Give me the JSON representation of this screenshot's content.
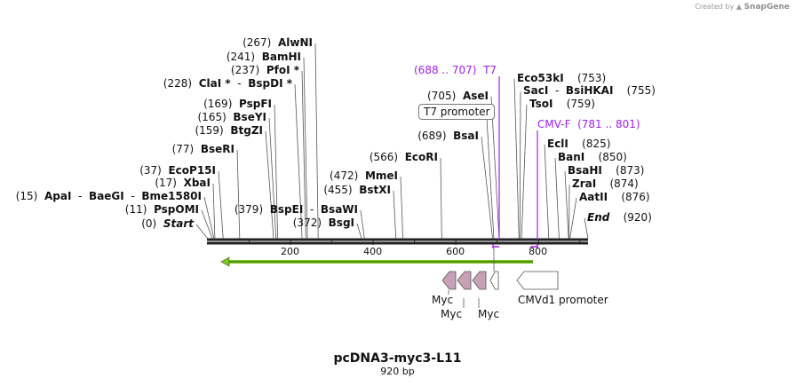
{
  "app": {
    "watermark_prefix": "Created by",
    "watermark_name": "SnapGene"
  },
  "map": {
    "name": "pcDNA3-myc3-L11",
    "length_text": "920 bp",
    "length_bp": 920,
    "ticks": [
      "200",
      "400",
      "600",
      "800"
    ],
    "backbone_color": "#222222"
  },
  "sites_left": [
    {
      "pos": "(0)",
      "name": "Start",
      "bp": 0
    },
    {
      "pos": "(11)",
      "name": "PspOMI",
      "bp": 11
    },
    {
      "pos": "(15)",
      "name": "ApaI",
      "name2": "BaeGI",
      "name3": "Bme1580I",
      "bp": 15
    },
    {
      "pos": "(17)",
      "name": "XbaI",
      "bp": 17
    },
    {
      "pos": "(37)",
      "name": "EcoP15I",
      "bp": 37
    },
    {
      "pos": "(77)",
      "name": "BseRI",
      "bp": 77
    },
    {
      "pos": "(159)",
      "name": "BtgZI",
      "bp": 159
    },
    {
      "pos": "(165)",
      "name": "BseYI",
      "bp": 165
    },
    {
      "pos": "(169)",
      "name": "PspFI",
      "bp": 169
    },
    {
      "pos": "(228)",
      "name": "ClaI *",
      "name2": "BspDI *",
      "bp": 228
    },
    {
      "pos": "(237)",
      "name": "PfoI *",
      "bp": 237
    },
    {
      "pos": "(241)",
      "name": "BamHI",
      "bp": 241
    },
    {
      "pos": "(267)",
      "name": "AlwNI",
      "bp": 267
    },
    {
      "pos": "(379)",
      "name": "BspEI",
      "name2": "BsaWI",
      "bp": 379
    },
    {
      "pos": "(372)",
      "name": "BsgI",
      "bp": 372
    },
    {
      "pos": "(455)",
      "name": "BstXI",
      "bp": 455
    },
    {
      "pos": "(472)",
      "name": "MmeI",
      "bp": 472
    },
    {
      "pos": "(566)",
      "name": "EcoRI",
      "bp": 566
    },
    {
      "pos": "(689)",
      "name": "BsaI",
      "bp": 689
    },
    {
      "pos": "(705)",
      "name": "AseI",
      "bp": 705
    }
  ],
  "sites_right": [
    {
      "name": "Eco53kI",
      "pos": "(753)",
      "bp": 753
    },
    {
      "name": "SacI",
      "name2": "BsiHKAI",
      "pos": "(755)",
      "bp": 755
    },
    {
      "name": "TsoI",
      "pos": "(759)",
      "bp": 759
    },
    {
      "name": "EclI",
      "pos": "(825)",
      "bp": 825
    },
    {
      "name": "BanI",
      "pos": "(850)",
      "bp": 850
    },
    {
      "name": "BsaHI",
      "pos": "(873)",
      "bp": 873
    },
    {
      "name": "ZraI",
      "pos": "(874)",
      "bp": 874
    },
    {
      "name": "AatII",
      "pos": "(876)",
      "bp": 876
    },
    {
      "name": "End",
      "pos": "(920)",
      "bp": 920
    }
  ],
  "primers": [
    {
      "range": "(688 .. 707)",
      "name": "T7",
      "color": "#a020f0"
    },
    {
      "name": "CMV-F",
      "range": "(781 .. 801)",
      "color": "#a020f0"
    }
  ],
  "promoter_label": "T7 promoter",
  "features": [
    {
      "name": "Myc",
      "color": "#c8a0b8"
    },
    {
      "name": "Myc",
      "color": "#c8a0b8"
    },
    {
      "name": "Myc",
      "color": "#c8a0b8"
    },
    {
      "name": "CMVd1 promoter",
      "color": "#ffffff"
    }
  ],
  "orf_color": "#7ec820"
}
